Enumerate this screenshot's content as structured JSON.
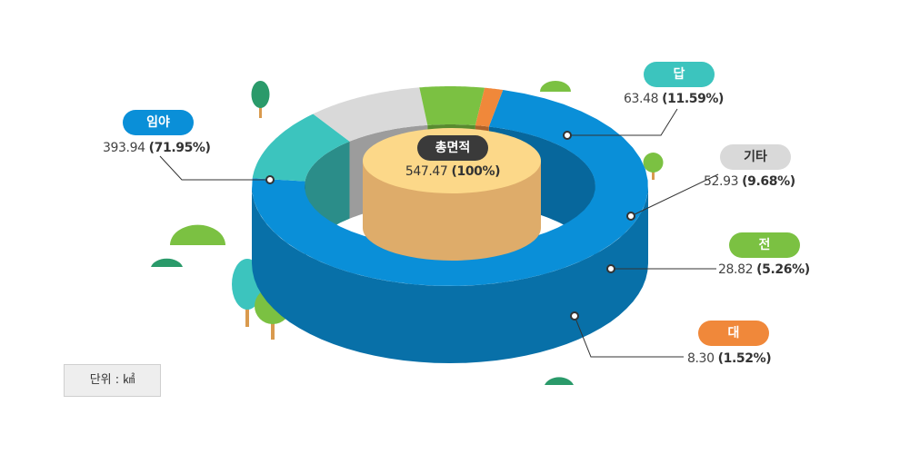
{
  "unit_label": "단위 : ㎢",
  "total": {
    "label": "총면적",
    "value": "547.47",
    "percent": "(100%)"
  },
  "colors": {
    "임야": "#0a8fd8",
    "답": "#3cc4be",
    "기타": "#d9d9d9",
    "전": "#7bc142",
    "대": "#f0883a",
    "center": "#fcd889"
  },
  "chart_data": {
    "type": "pie",
    "categories": [
      "임야",
      "답",
      "기타",
      "전",
      "대"
    ],
    "values": [
      393.94,
      63.48,
      52.93,
      28.82,
      8.3
    ],
    "percents": [
      "71.95%",
      "11.59%",
      "9.68%",
      "5.26%",
      "1.52%"
    ],
    "total": 547.47,
    "labels": [
      {
        "name": "임야",
        "value": "393.94",
        "percent": "(71.95%)"
      },
      {
        "name": "답",
        "value": "63.48",
        "percent": "(11.59%)"
      },
      {
        "name": "기타",
        "value": "52.93",
        "percent": "(9.68%)"
      },
      {
        "name": "전",
        "value": "28.82",
        "percent": "(5.26%)"
      },
      {
        "name": "대",
        "value": "8.30",
        "percent": "(1.52%)"
      }
    ]
  }
}
